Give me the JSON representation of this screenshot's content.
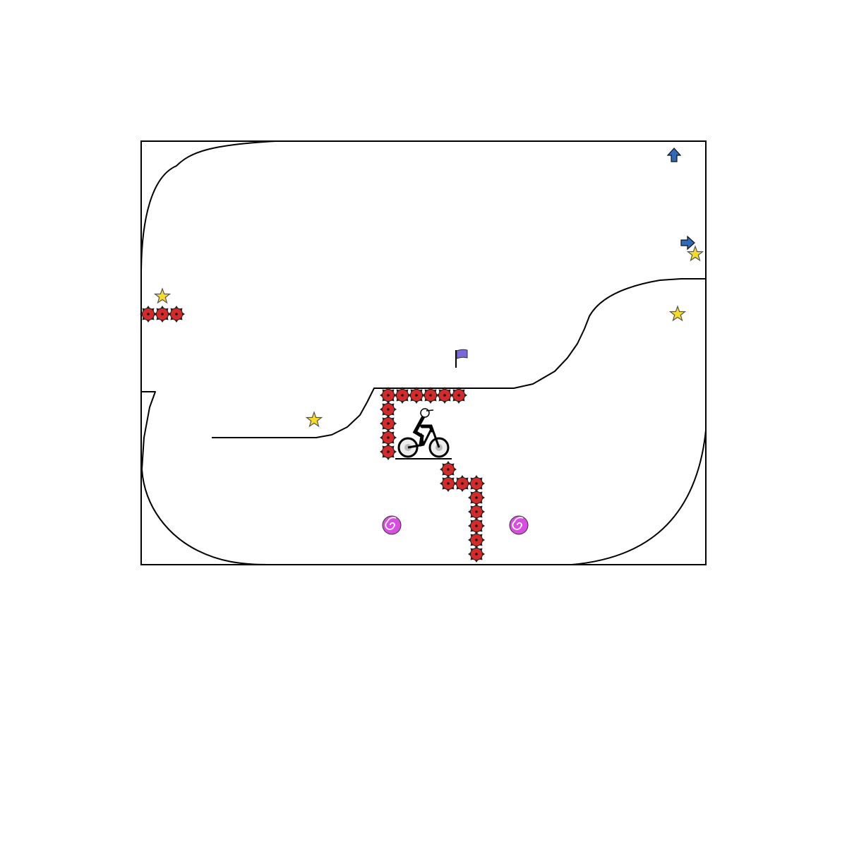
{
  "game": {
    "colors": {
      "track": "#000000",
      "bomb": "#d42a2a",
      "star": "#f5dc2a",
      "boost": "#2e6ab8",
      "portal": "#d84ee0",
      "checkpoint_flag": "#7b68d8",
      "background": "#ffffff"
    },
    "counts": {
      "bombs": 22,
      "stars": 4,
      "boosts": 2,
      "portals": 2,
      "checkpoints": 1
    }
  }
}
